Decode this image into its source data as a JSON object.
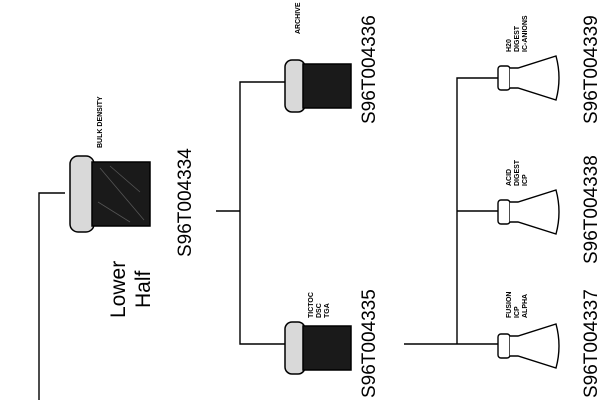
{
  "colors": {
    "ink": "#000000",
    "paper": "#ffffff",
    "jar_fill": "#1a1a1a",
    "lid": "#d9d9d9"
  },
  "root": {
    "label": [
      "Lower",
      "Half"
    ],
    "jar": {
      "id": "S96T004334",
      "caption": "BULK DENSITY",
      "icon": "sample-jar-icon"
    }
  },
  "level2": [
    {
      "id": "S96T004335",
      "caption": [
        "TICTOC",
        "DSC",
        "TGA"
      ],
      "icon": "sample-jar-icon"
    },
    {
      "id": "S96T004336",
      "caption": [
        "ARCHIVE"
      ],
      "icon": "sample-jar-icon"
    }
  ],
  "level3": [
    {
      "id": "S96T004337",
      "caption": [
        "FUSION",
        "ICP",
        "ALPHA"
      ],
      "icon": "flask-icon"
    },
    {
      "id": "S96T004338",
      "caption": [
        "ACID",
        "DIGEST",
        "ICP"
      ],
      "icon": "flask-icon"
    },
    {
      "id": "S96T004339",
      "caption": [
        "H20",
        "DIGEST",
        "IC-ANIONS"
      ],
      "icon": "flask-icon"
    }
  ]
}
